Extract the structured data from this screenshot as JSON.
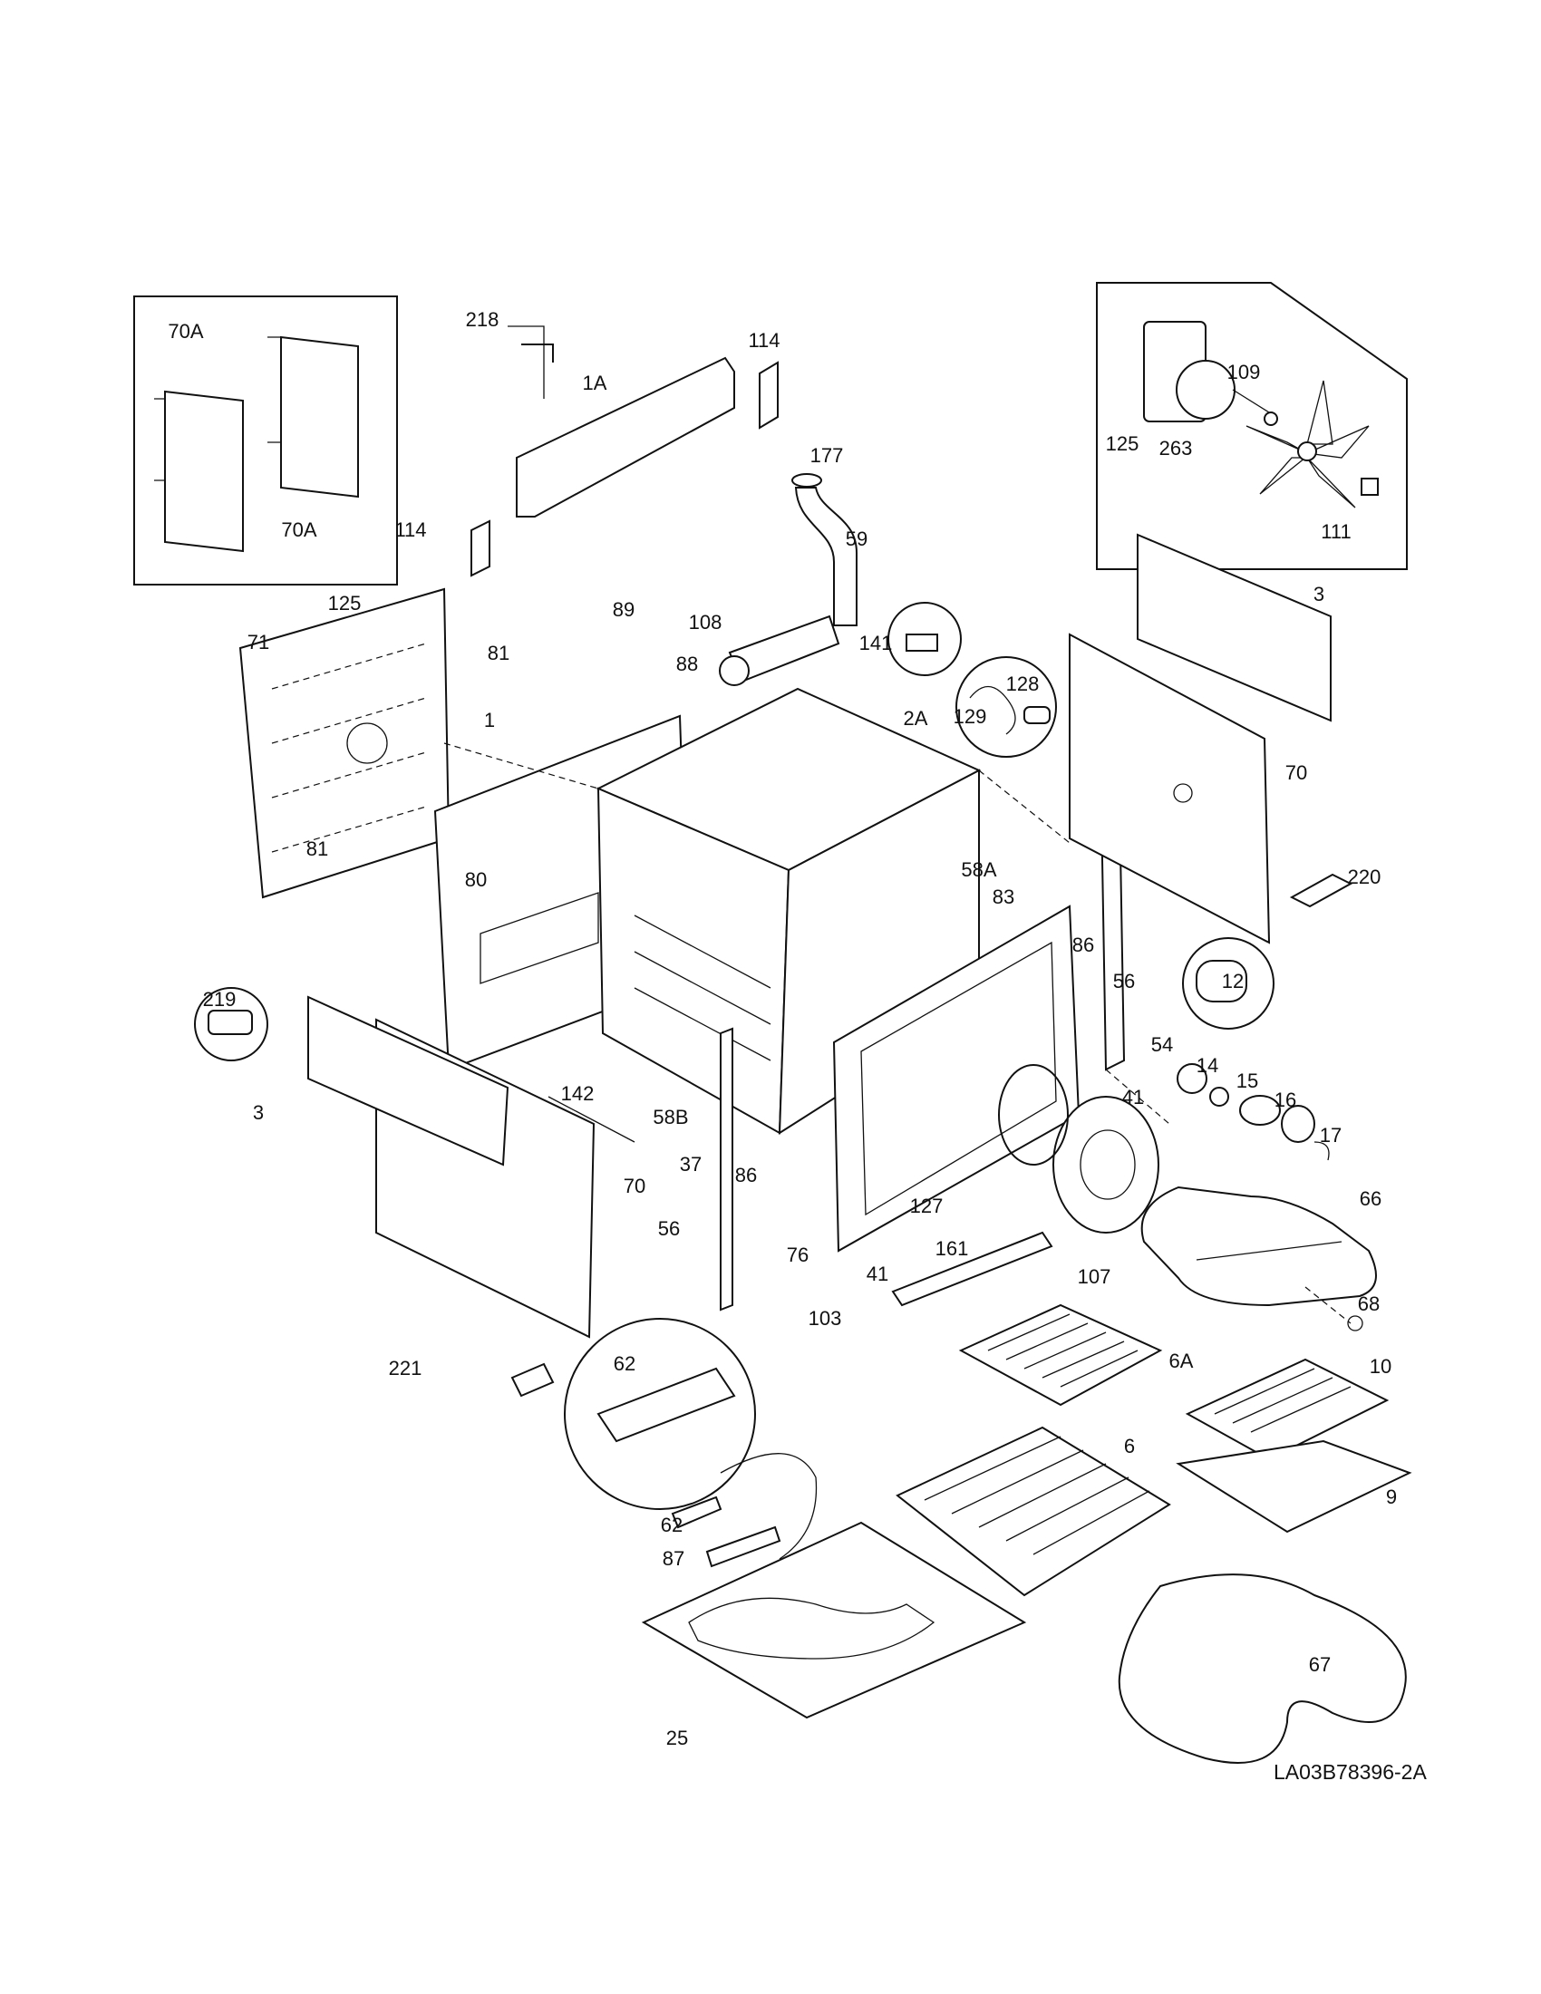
{
  "drawing_code": "LA03B78396-2A",
  "part_labels": [
    "70A",
    "70A",
    "218",
    "1A",
    "114",
    "114",
    "177",
    "59",
    "125",
    "109",
    "263",
    "111",
    "71",
    "125",
    "81",
    "81",
    "1",
    "89",
    "108",
    "88",
    "141",
    "128",
    "129",
    "2A",
    "3",
    "70",
    "220",
    "80",
    "58A",
    "83",
    "86",
    "12",
    "56",
    "54",
    "14",
    "15",
    "16",
    "17",
    "219",
    "3",
    "142",
    "58B",
    "37",
    "70",
    "86",
    "127",
    "161",
    "41",
    "41",
    "56",
    "76",
    "107",
    "66",
    "68",
    "103",
    "6A",
    "10",
    "6",
    "9",
    "221",
    "62",
    "62",
    "87",
    "25",
    "67"
  ]
}
